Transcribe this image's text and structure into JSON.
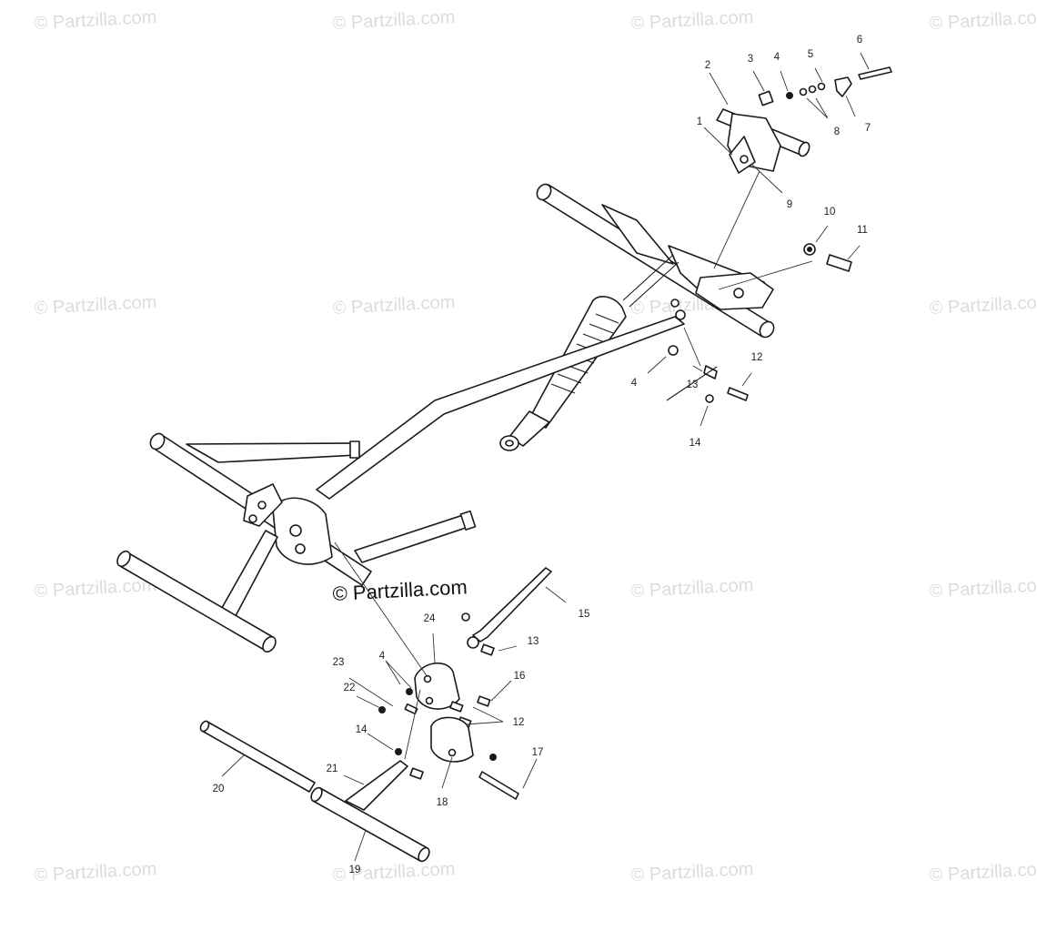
{
  "watermark": "© Partzilla.com",
  "center_watermark": "© Partzilla.com",
  "callouts": [
    "1",
    "2",
    "3",
    "4",
    "5",
    "6",
    "7",
    "8",
    "9",
    "10",
    "11",
    "12",
    "13",
    "14",
    "15",
    "16",
    "17",
    "18",
    "19",
    "20",
    "21",
    "22",
    "23",
    "24"
  ]
}
